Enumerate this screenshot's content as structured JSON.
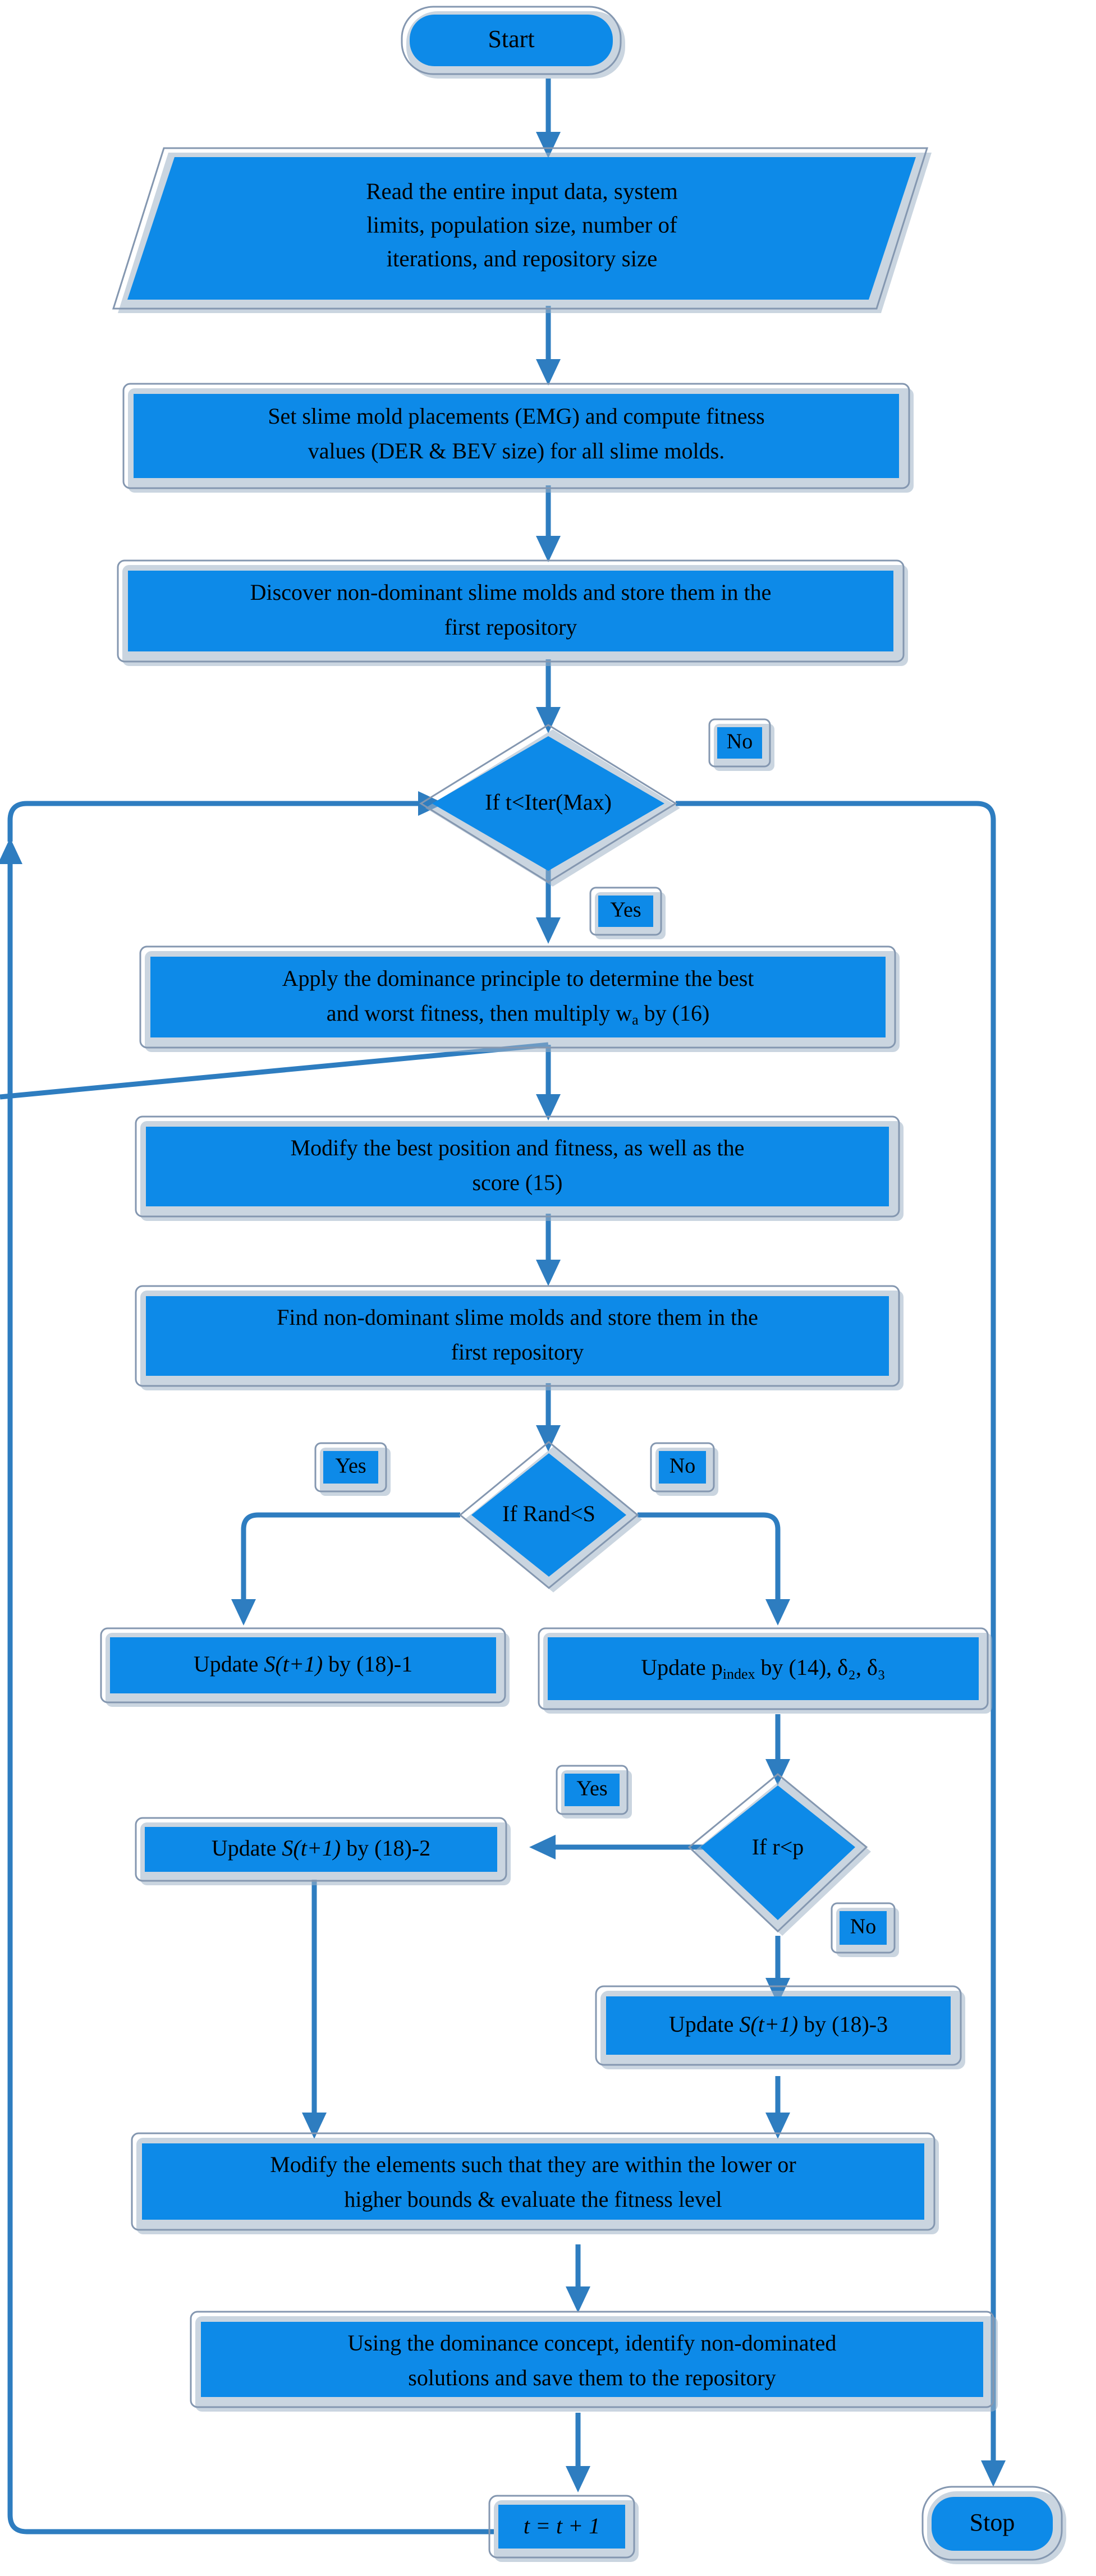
{
  "diagram": {
    "title": "Multi-objective slime mould algorithm flowchart",
    "colors": {
      "node_fill": "#0d8ae8",
      "node_outline": "#8497b0",
      "connector": "#2e7dc0",
      "text": "#000000",
      "background": "#ffffff"
    }
  },
  "nodes": {
    "start": {
      "label": "Start",
      "shape": "terminator"
    },
    "read_input": {
      "shape": "parallelogram",
      "lines": [
        "Read the entire input data, system",
        "limits, population size, number of",
        "iterations, and repository size"
      ]
    },
    "set_placements": {
      "shape": "process",
      "lines": [
        "Set slime mold placements (EMG) and compute fitness",
        "values (DER & BEV size) for all slime molds."
      ]
    },
    "discover_nondominant": {
      "shape": "process",
      "lines": [
        "Discover non-dominant slime molds and store them in the",
        "first repository"
      ]
    },
    "decision_iter": {
      "shape": "decision",
      "label": "If t<Iter(Max)"
    },
    "apply_dominance": {
      "shape": "process",
      "line1": "Apply the dominance principle to determine the best",
      "line2_pre": "and worst fitness, then multiply w",
      "line2_sub": "a",
      "line2_post": " by (16)"
    },
    "modify_best": {
      "shape": "process",
      "lines": [
        "Modify the best position and fitness, as well as the",
        "score (15)"
      ]
    },
    "find_nondominant": {
      "shape": "process",
      "lines": [
        "Find non-dominant slime molds and store them in the",
        "first repository"
      ]
    },
    "decision_rand": {
      "shape": "decision",
      "label": "If Rand<S"
    },
    "update_18_1": {
      "shape": "process",
      "pre": "Update ",
      "italic": "S(t+1)",
      "post": " by (18)-1"
    },
    "update_pindex": {
      "shape": "process",
      "pre": "Update p",
      "sub": "index",
      "post": " by (14), δ₂, δ₃"
    },
    "decision_rp": {
      "shape": "decision",
      "label": "If r<p"
    },
    "update_18_2": {
      "shape": "process",
      "pre": "Update ",
      "italic": "S(t+1)",
      "post": " by (18)-2"
    },
    "update_18_3": {
      "shape": "process",
      "pre": "Update ",
      "italic": "S(t+1)",
      "post": " by (18)-3"
    },
    "modify_elements": {
      "shape": "process",
      "lines": [
        "Modify the elements such that they are within the lower or",
        "higher bounds & evaluate the fitness level"
      ]
    },
    "save_repository": {
      "shape": "process",
      "lines": [
        "Using the dominance concept, identify non-dominated",
        "solutions and save them to the repository"
      ]
    },
    "increment": {
      "shape": "process",
      "label": "t = t + 1",
      "italic": true
    },
    "stop": {
      "label": "Stop",
      "shape": "terminator"
    }
  },
  "edge_labels": {
    "iter_no": "No",
    "iter_yes": "Yes",
    "rand_yes": "Yes",
    "rand_no": "No",
    "rp_yes": "Yes",
    "rp_no": "No"
  }
}
